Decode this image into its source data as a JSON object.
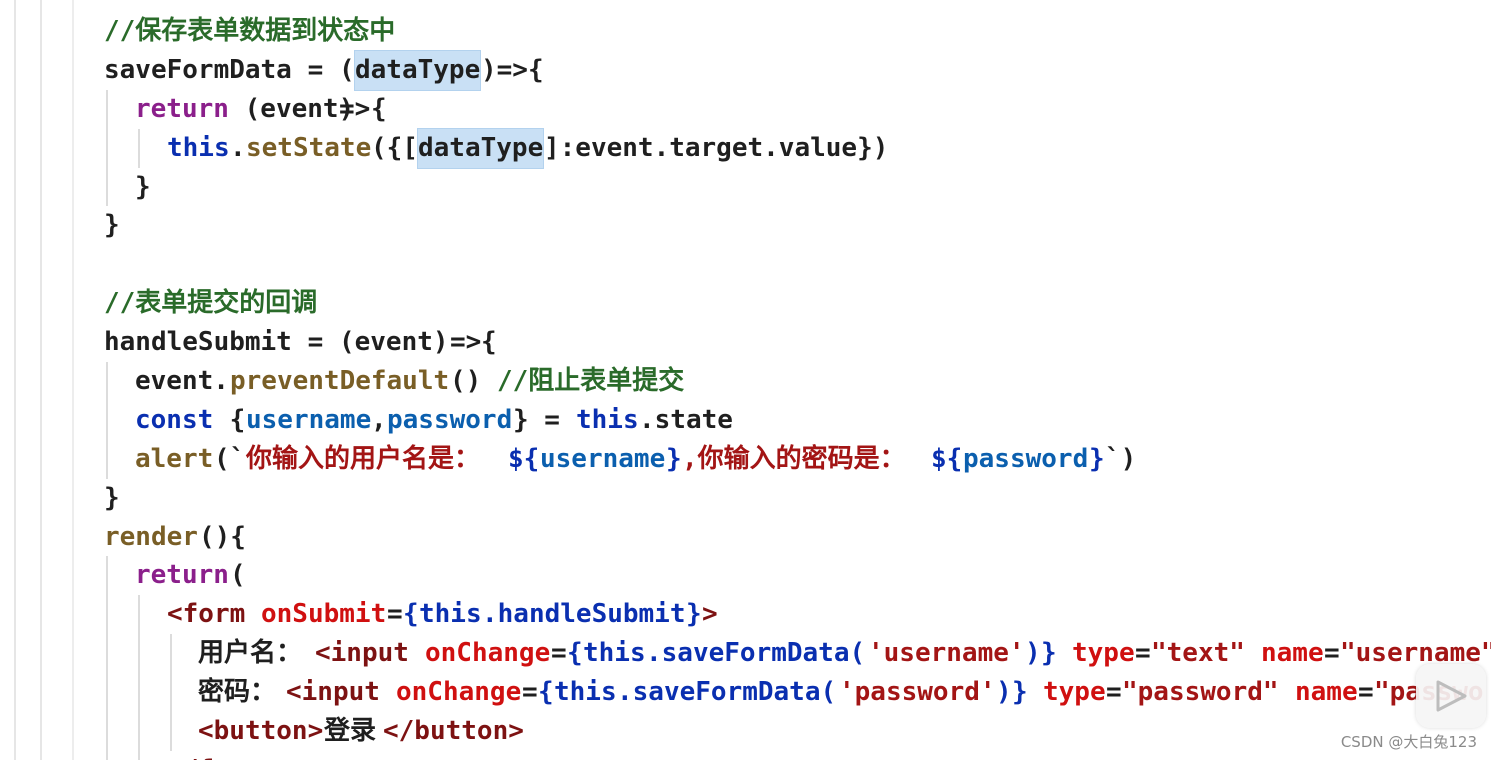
{
  "code": {
    "lines": [
      [
        "//保存表单数据到状态中"
      ],
      [
        "saveFormData",
        " = (",
        "dataType",
        ")=>{"
      ],
      [
        "return",
        " (event)",
        "=>",
        "{"
      ],
      [
        "this",
        ".",
        "setState",
        "({[",
        "dataType",
        "]:event.target.value})"
      ],
      [
        "}"
      ],
      [
        "}"
      ],
      [
        ""
      ],
      [
        "//表单提交的回调"
      ],
      [
        "handleSubmit",
        " = (event)",
        "=>",
        "{"
      ],
      [
        "event.",
        "preventDefault",
        "() ",
        "//阻止表单提交"
      ],
      [
        "const",
        " {",
        "username",
        ",",
        "password",
        "} = ",
        "this",
        ".state"
      ],
      [
        "alert",
        "(`",
        "你输入的用户名是：",
        "${",
        "username",
        "}",
        ",你输入的密码是：",
        "${",
        "password",
        "}",
        "`)"
      ],
      [
        "}"
      ],
      [
        "render",
        "(){"
      ],
      [
        "return",
        "("
      ],
      [
        "<form ",
        "onSubmit",
        "=",
        "{",
        "this",
        ".handleSubmit",
        "}",
        ">"
      ],
      [
        "用户名：",
        "<input ",
        "onChange",
        "=",
        "{",
        "this",
        ".saveFormData(",
        "'username'",
        ")",
        "}",
        " ",
        "type",
        "=",
        "\"text\"",
        " ",
        "name",
        "=",
        "\"username\""
      ],
      [
        "密码：",
        "<input ",
        "onChange",
        "=",
        "{",
        "this",
        ".saveFormData(",
        "'password'",
        ")",
        "}",
        " ",
        "type",
        "=",
        "\"password\"",
        " ",
        "name",
        "=",
        "\"passwo"
      ],
      [
        "<button>",
        "登录",
        "</button>"
      ],
      [
        "</form>"
      ]
    ]
  },
  "watermark": "CSDN @大白兔123",
  "icons": {
    "video_button": "play-triangle-icon"
  },
  "colors": {
    "comment": "#2a6b2a",
    "keyword_return": "#8b1f8b",
    "this": "#0a2fb0",
    "attr": "#d01010",
    "string": "#a31515",
    "highlight": "#c9e0f5"
  }
}
